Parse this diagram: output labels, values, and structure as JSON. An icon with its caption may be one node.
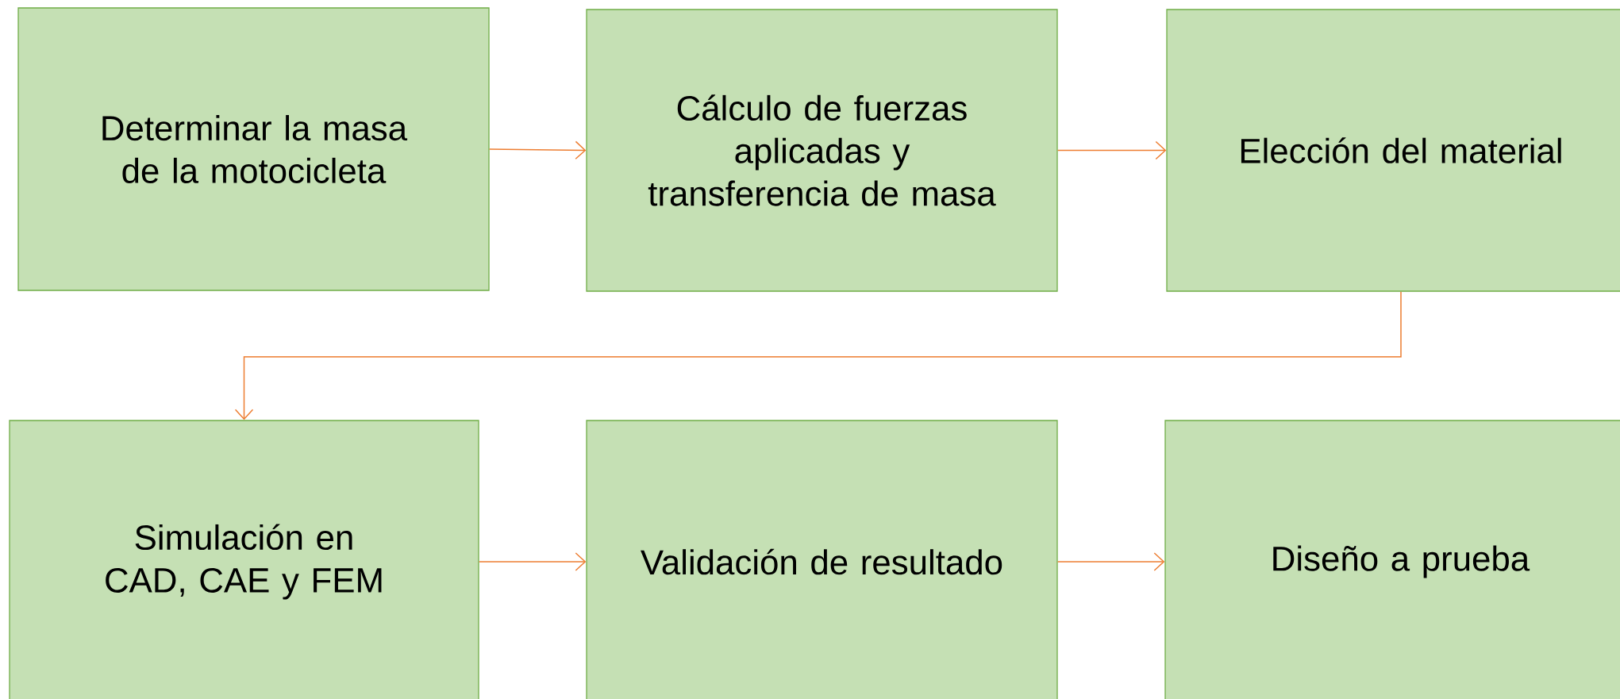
{
  "diagram": {
    "nodes": [
      {
        "text": [
          "Determinar la masa de la motocicleta"
        ]
      },
      {
        "text": [
          "Cálculo de fuerzas aplicadas y transferencia de masa"
        ]
      },
      {
        "text": [
          "Elección del material"
        ]
      },
      {
        "text": [
          "Simulación en CAD, CAE y FEM"
        ]
      },
      {
        "text": [
          "Validación de resultado"
        ]
      },
      {
        "text": [
          "Diseño a prueba"
        ]
      }
    ],
    "edges": [
      {
        "from": 0,
        "to": 1,
        "arrow": "to"
      },
      {
        "from": 1,
        "to": 2,
        "arrow": "to"
      },
      {
        "from": 2,
        "to": 3,
        "arrow": "to"
      },
      {
        "from": 3,
        "to": 4,
        "arrow": "to"
      },
      {
        "from": 4,
        "to": 5,
        "arrow": "to"
      }
    ]
  }
}
